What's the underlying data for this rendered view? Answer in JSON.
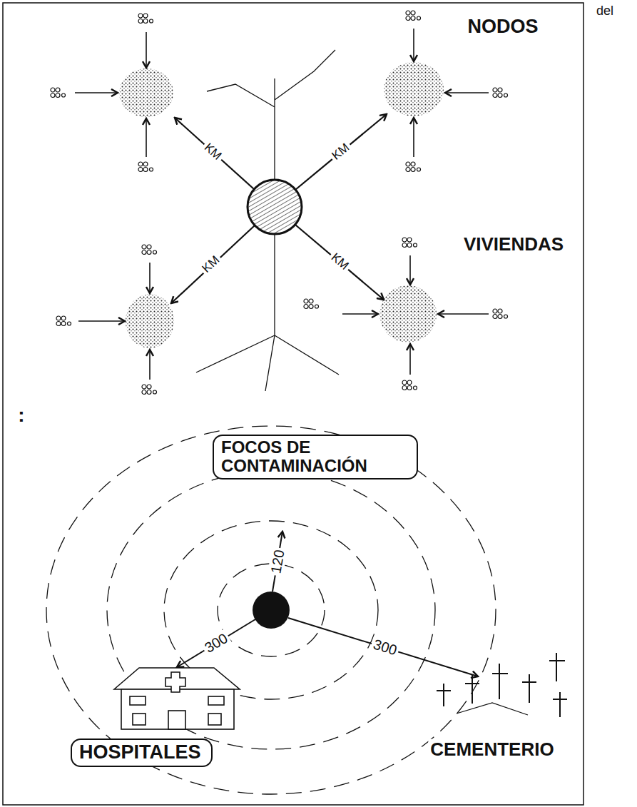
{
  "diagram": {
    "nodes": [
      {
        "text": [
          "FOCOS DE CONTAMINACIÓN"
        ]
      },
      {
        "text": [
          "HOSPITALES"
        ]
      }
    ],
    "labels": [
      "del",
      "NODOS",
      "KM",
      "KM",
      "KM",
      "KM",
      "VIVIENDAS",
      ":",
      "120",
      "300",
      "300",
      "CEMENTERIO"
    ]
  }
}
